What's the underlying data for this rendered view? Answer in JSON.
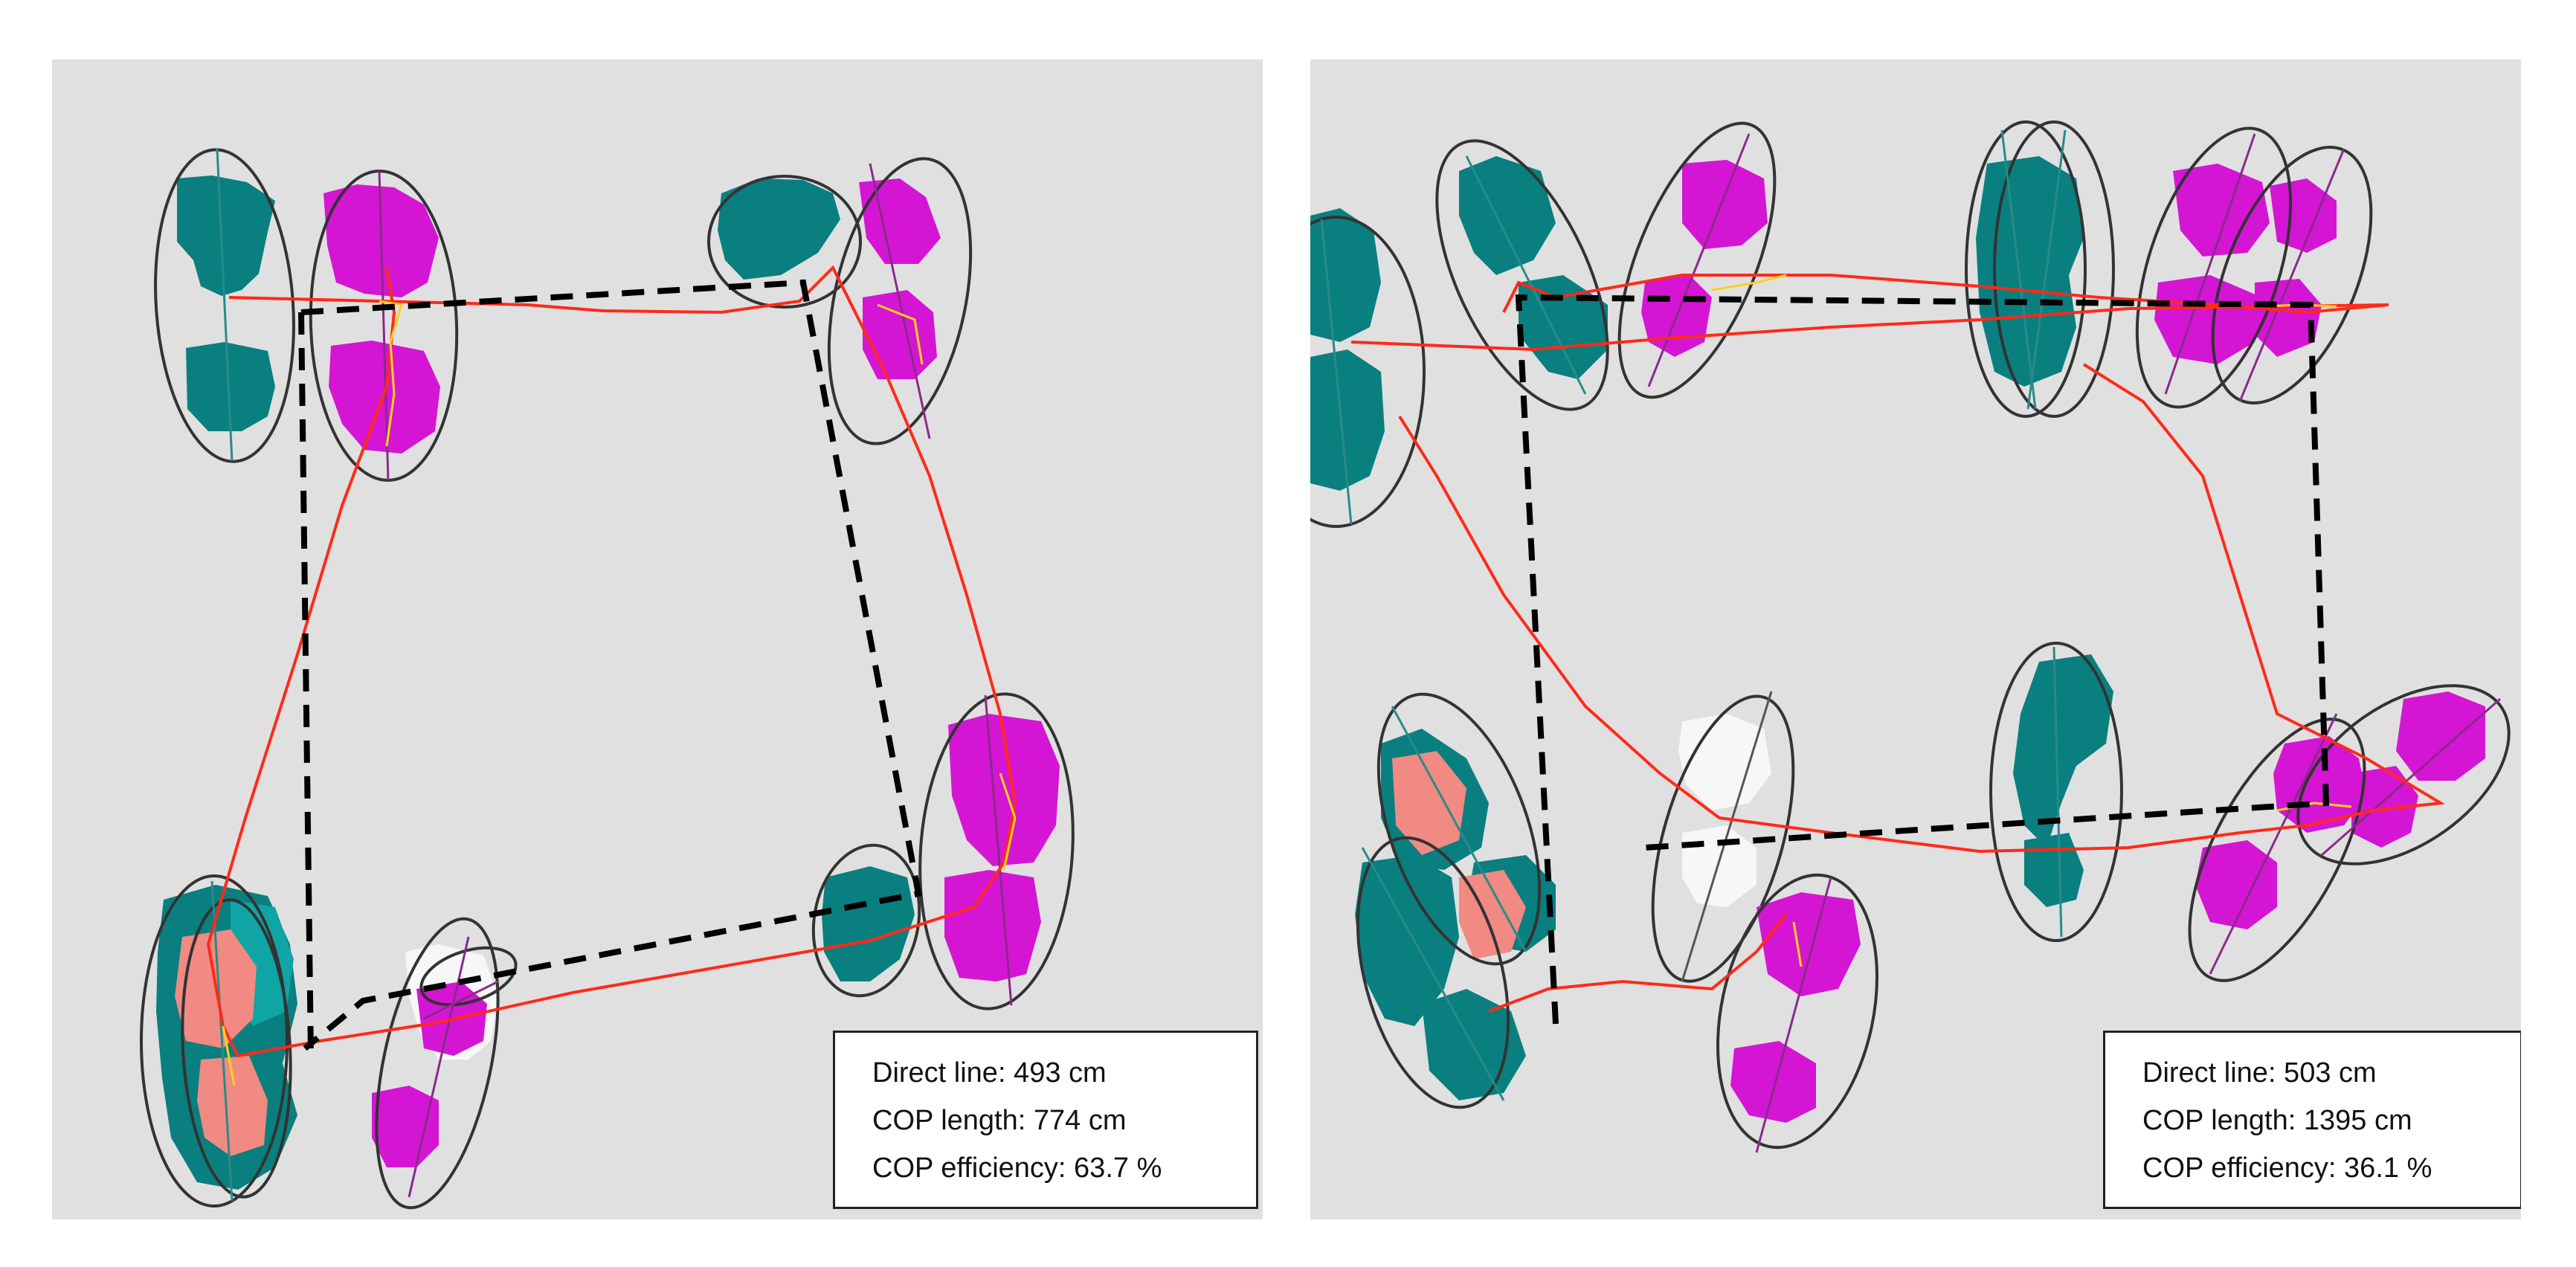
{
  "colors": {
    "background": "#e0e0e0",
    "left_foot": "#0a7f7f",
    "left_foot_edge": "#10a5a5",
    "right_foot": "#d415d4",
    "pressure_high": "#f08a82",
    "unloaded_foot": "#f7f7f7",
    "cop_trace": "#ff2a1a",
    "cop_highlight": "#ffd020",
    "ellipse_stroke": "#333333",
    "direct_line": "#000000"
  },
  "panels": [
    {
      "id": "left",
      "stats": {
        "direct_line": "Direct line: 493 cm",
        "cop_length": "COP length: 774 cm",
        "cop_efficiency": "COP efficiency: 63.7 %"
      }
    },
    {
      "id": "right",
      "stats": {
        "direct_line": "Direct line: 503 cm",
        "cop_length": "COP length: 1395 cm",
        "cop_efficiency": "COP efficiency: 36.1 %"
      }
    }
  ]
}
